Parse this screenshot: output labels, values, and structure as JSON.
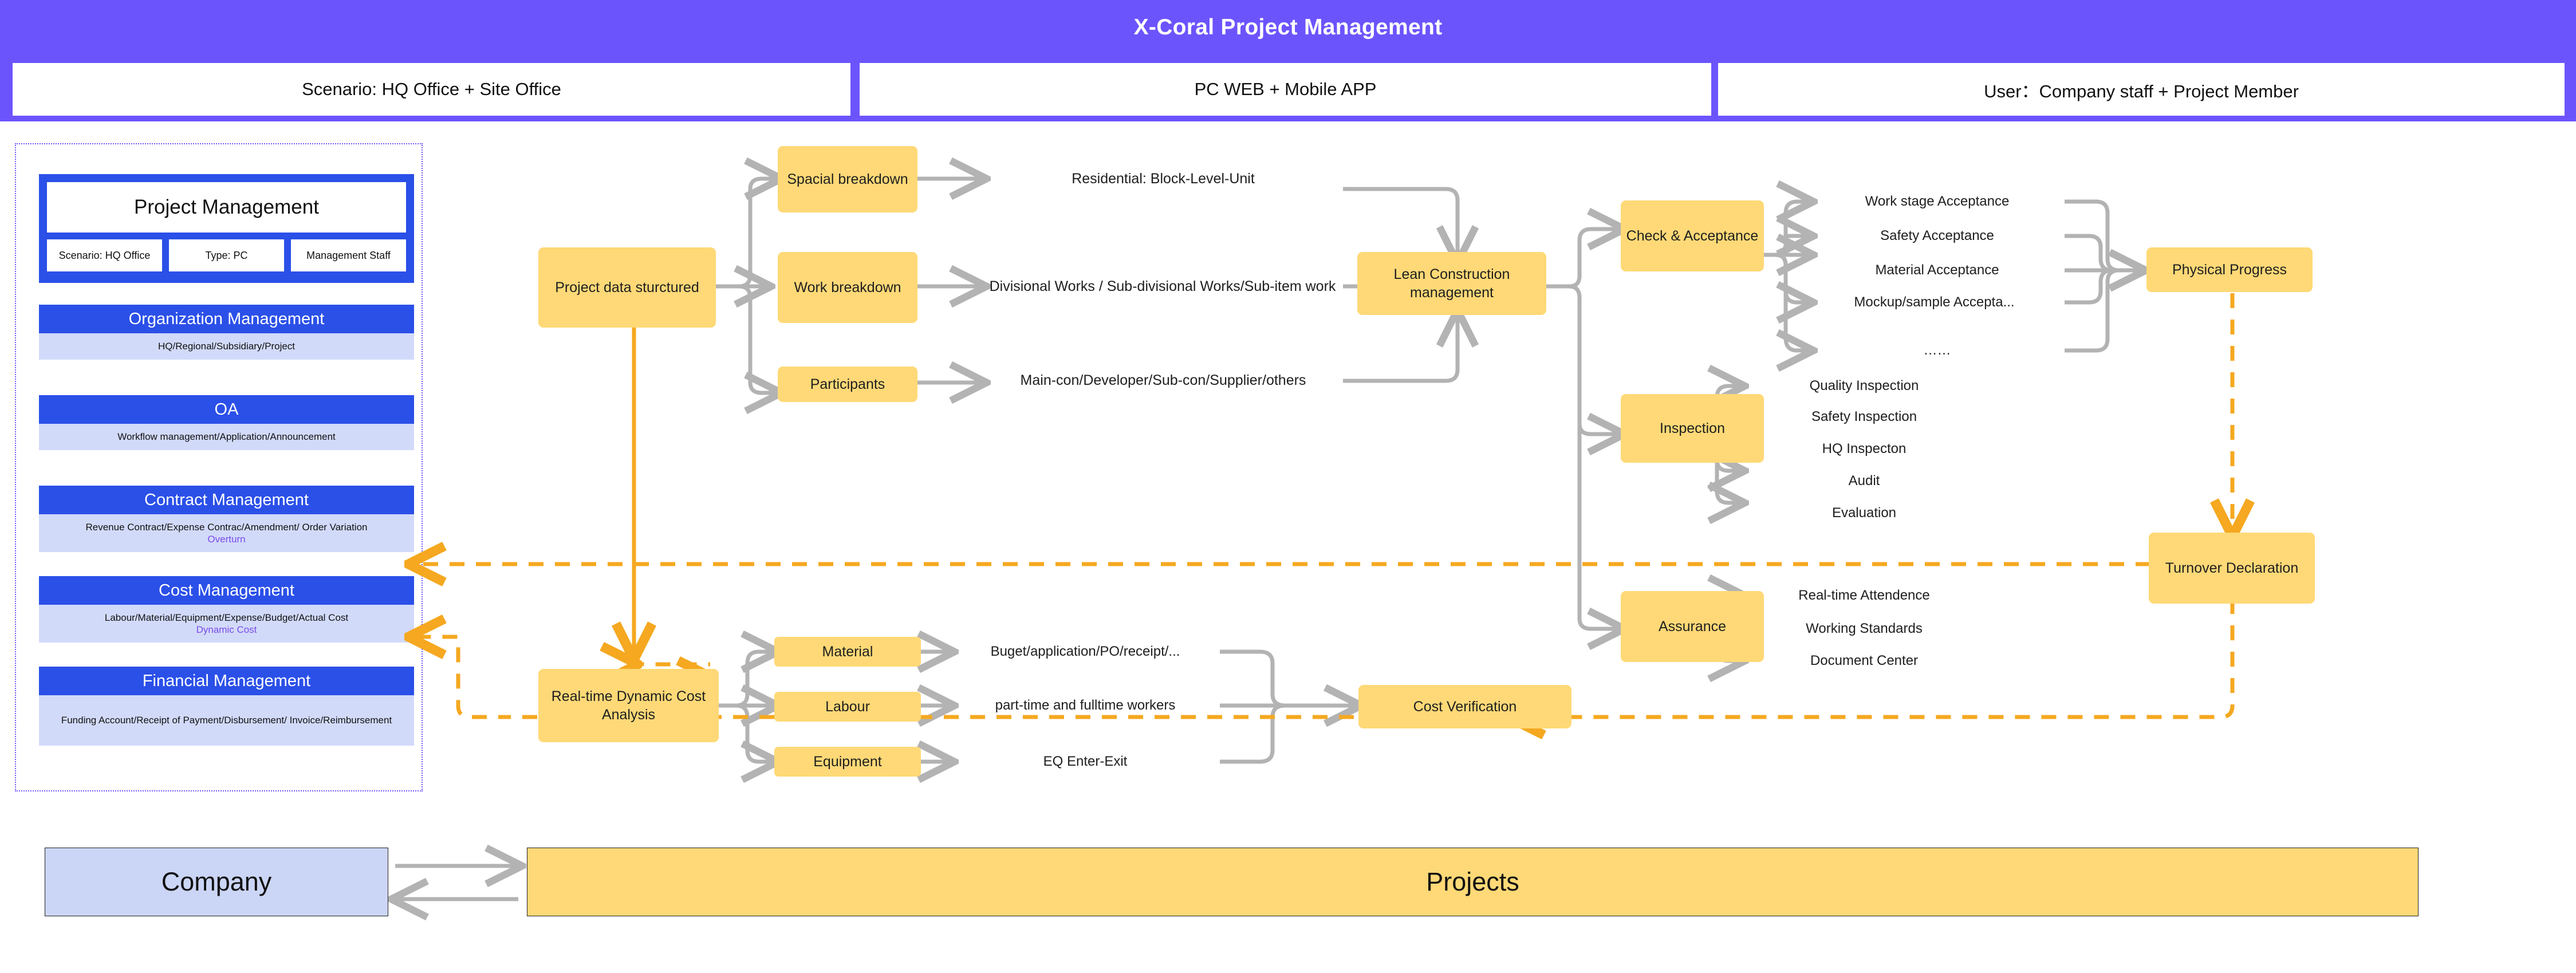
{
  "header": {
    "title": "X-Coral Project Management",
    "tabs": [
      {
        "label": "Scenario: HQ Office + Site Office"
      },
      {
        "label": "PC WEB + Mobile APP"
      },
      {
        "label": "User：Company staff + Project Member"
      }
    ]
  },
  "sidebar": {
    "card": {
      "title": "Project Management",
      "chips": [
        {
          "label": "Scenario: HQ Office"
        },
        {
          "label": "Type: PC"
        },
        {
          "label": "Management Staff"
        }
      ]
    },
    "modules": [
      {
        "head": "Organization Management",
        "body": "HQ/Regional/Subsidiary/Project",
        "sub": ""
      },
      {
        "head": "OA",
        "body": "Workflow management/Application/Announcement",
        "sub": ""
      },
      {
        "head": "Contract Management",
        "body": "Revenue Contract/Expense Contrac/Amendment/ Order Variation",
        "sub": "Overturn"
      },
      {
        "head": "Cost Management",
        "body": "Labour/Material/Equipment/Expense/Budget/Actual Cost",
        "sub": "Dynamic Cost"
      },
      {
        "head": "Financial Management",
        "body": "Funding Account/Receipt of Payment/Disbursement/ Invoice/Reimbursement",
        "sub": ""
      }
    ]
  },
  "flow": {
    "project_data": "Project data sturctured",
    "breakdowns": [
      {
        "node": "Spacial breakdown",
        "detail": "Residential: Block-Level-Unit"
      },
      {
        "node": "Work breakdown",
        "detail": "Divisional Works / Sub-divisional Works/Sub-item work"
      },
      {
        "node": "Participants",
        "detail": "Main-con/Developer/Sub-con/Supplier/others"
      }
    ],
    "lean": "Lean Construction management",
    "check_acceptance": {
      "node": "Check & Acceptance",
      "items": [
        "Work stage Acceptance",
        "Safety Acceptance",
        "Material Acceptance",
        "Mockup/sample Accepta...",
        "……"
      ]
    },
    "inspection": {
      "node": "Inspection",
      "items": [
        "Quality Inspection",
        "Safety Inspection",
        "HQ Inspecton",
        "Audit",
        "Evaluation"
      ]
    },
    "assurance": {
      "node": "Assurance",
      "items": [
        "Real-time Attendence",
        "Working Standards",
        "Document Center"
      ]
    },
    "physical_progress": "Physical Progress",
    "turnover": "Turnover Declaration",
    "cost_analysis": "Real-time Dynamic Cost Analysis",
    "cost_rows": [
      {
        "node": "Material",
        "detail": "Buget/application/PO/receipt/..."
      },
      {
        "node": "Labour",
        "detail": "part-time and fulltime workers"
      },
      {
        "node": "Equipment",
        "detail": "EQ Enter-Exit"
      }
    ],
    "cost_verification": "Cost Verification"
  },
  "bottom": {
    "company": "Company",
    "projects": "Projects"
  },
  "colors": {
    "brand_purple": "#6C54FD",
    "module_blue": "#2B50E8",
    "module_body_blue": "#D2DAFA",
    "node_yellow": "#FFD977",
    "accent_orange": "#F5A820",
    "connector_gray": "#B3B3B3",
    "company_lavender": "#CBD5F5"
  }
}
